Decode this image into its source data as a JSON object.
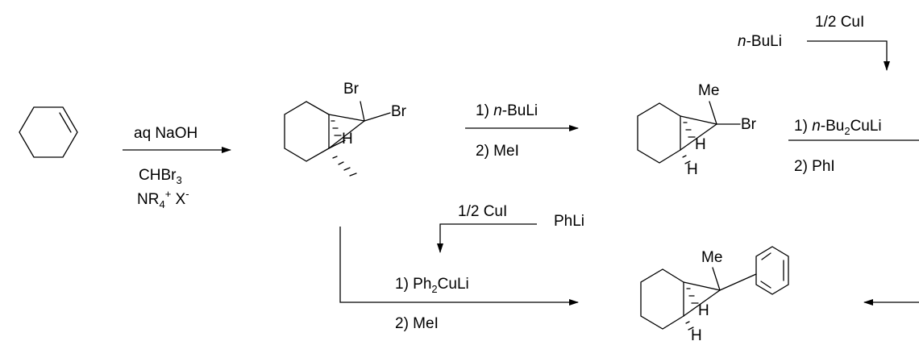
{
  "reactions": {
    "step1": {
      "above": "aq NaOH",
      "below_1": "CHBr",
      "below_1_sub": "3",
      "below_2_a": "NR",
      "below_2_sub": "4",
      "below_2_sup": "+",
      "below_2_b": " X",
      "below_2_sup2": "-"
    },
    "step2": {
      "line_1_prefix": "1) ",
      "line_1_italic": "n",
      "line_1_rest": "-BuLi",
      "line_2": "2) MeI"
    },
    "step3": {
      "reagent_italic": "n",
      "reagent_rest": "-BuLi",
      "additive": "1/2 CuI",
      "line_1_prefix": "1) ",
      "line_1_italic": "n",
      "line_1_mid": "-Bu",
      "line_1_sub": "2",
      "line_1_rest": "CuLi",
      "line_2": "2) PhI"
    },
    "step4": {
      "reagent": "PhLi",
      "additive": "1/2 CuI",
      "line_1_a": "1) Ph",
      "line_1_sub": "2",
      "line_1_b": "CuLi",
      "line_2": "2) MeI"
    }
  },
  "atoms": {
    "dibromide": {
      "br_top": "Br",
      "br_right": "Br",
      "h": "H"
    },
    "bromo_methyl": {
      "me": "Me",
      "br": "Br",
      "h1": "H",
      "h2": "H"
    },
    "phenyl_methyl": {
      "me": "Me",
      "h1": "H",
      "h2": "H"
    }
  }
}
